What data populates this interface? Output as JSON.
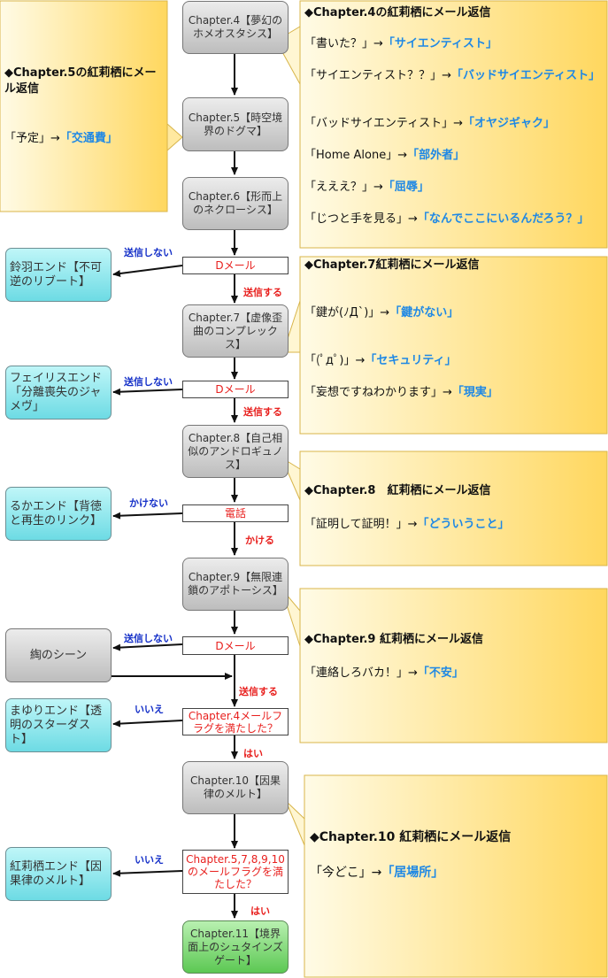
{
  "colors": {
    "note_fill": "#ffe9a6",
    "chapter_fill": "#d4d4d4",
    "ending_fill": "#8fe6ed",
    "final_fill": "#7fd874",
    "branch_blue": "#1530c8",
    "branch_red": "#e8201e",
    "highlight": "#1e88e5"
  },
  "chapters": {
    "ch4": "Chapter.4【夢幻のホメオスタシス】",
    "ch5": "Chapter.5【時空境界のドグマ】",
    "ch6": "Chapter.6【形而上のネクローシス】",
    "ch7": "Chapter.7【虚像歪曲のコンプレックス】",
    "ch8": "Chapter.8【自己相似のアンドロギュノス】",
    "ch9": "Chapter.9【無限連鎖のアポトーシス】",
    "ch10": "Chapter.10【因果律のメルト】",
    "ch11": "Chapter.11【境界面上のシュタインズゲート】"
  },
  "decisions": {
    "d1": "Dメール",
    "d2": "Dメール",
    "d3": "電話",
    "d4": "Dメール",
    "d5": "Chapter.4メールフラグを満たした？",
    "d6": "Chapter.5,7,8,9,10のメールフラグを満たした？"
  },
  "endings": {
    "suzuha": "鈴羽エンド【不可逆のリブート】",
    "faris": "フェイリスエンド「分離喪失のジャメヴ」",
    "ruka": "るかエンド【背徳と再生のリンク】",
    "aya": "綯のシーン",
    "mayuri": "まゆりエンド【透明のスターダスト】",
    "kurisu": "紅莉栖エンド【因果律のメルト】"
  },
  "edge_labels": {
    "d1_no": "送信しない",
    "d1_yes": "送信する",
    "d2_no": "送信しない",
    "d2_yes": "送信する",
    "d3_no": "かけない",
    "d3_yes": "かける",
    "d4_no": "送信しない",
    "d4_yes": "送信する",
    "d5_no": "いいえ",
    "d5_yes": "はい",
    "d6_no": "いいえ",
    "d6_yes": "はい"
  },
  "notes": {
    "ch4": {
      "title": "◆Chapter.4の紅莉栖にメール返信",
      "lines": [
        {
          "text": "「書いた？」→",
          "answer": "「サイエンティスト」"
        },
        {
          "text": "「サイエンティスト？？」→",
          "answer": "「バッドサイエンティスト」"
        },
        {
          "text": "「バッドサイエンティスト」→",
          "answer": "「オヤジギャク」"
        },
        {
          "text": "「Home Alone」→",
          "answer": "「部外者」"
        },
        {
          "text": "「えええ？」→",
          "answer": "「屈辱」"
        },
        {
          "text": "「じつと手を見る」→",
          "answer": "「なんでここにいるんだろう？」"
        }
      ]
    },
    "ch5": {
      "title": "◆Chapter.5の紅莉栖にメール返信",
      "lines": [
        {
          "text": "「予定」→",
          "answer": "「交通費」"
        }
      ]
    },
    "ch7": {
      "title": "◆Chapter.7紅莉栖にメール返信",
      "lines": [
        {
          "text": "「鍵が(ﾉД`)」→",
          "answer": "「鍵がない」"
        },
        {
          "text": "「(ﾟдﾟ)」→",
          "answer": "「セキュリティ」"
        },
        {
          "text": "「妄想ですねわかります」→",
          "answer": "「現実」"
        }
      ]
    },
    "ch8": {
      "title": "◆Chapter.8　紅莉栖にメール返信",
      "lines": [
        {
          "text": "「証明して証明！」→",
          "answer": "「どういうこと」"
        }
      ]
    },
    "ch9": {
      "title": "◆Chapter.9 紅莉栖にメール返信",
      "lines": [
        {
          "text": "「連絡しろバカ！」→",
          "answer": "「不安」"
        }
      ]
    },
    "ch10": {
      "title": "◆Chapter.10 紅莉栖にメール返信",
      "lines": [
        {
          "text": "「今どこ」→",
          "answer": "「居場所」"
        }
      ]
    }
  }
}
